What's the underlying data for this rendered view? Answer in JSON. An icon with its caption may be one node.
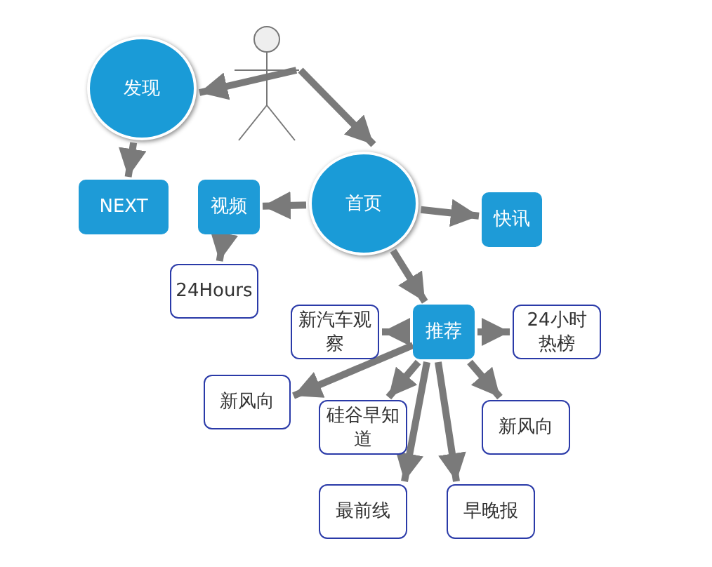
{
  "diagram": {
    "nodes": [
      {
        "text": [],
        "shape": "person"
      },
      {
        "text": [
          "发现"
        ]
      },
      {
        "text": [
          "首页"
        ]
      },
      {
        "text": [
          "NEXT"
        ]
      },
      {
        "text": [
          "视频"
        ]
      },
      {
        "text": [
          "快讯"
        ]
      },
      {
        "text": [
          "24Hours"
        ]
      },
      {
        "text": [
          "推荐"
        ]
      },
      {
        "text": [
          "新汽车观察"
        ]
      },
      {
        "text": [
          "24小时热榜"
        ]
      },
      {
        "text": [
          "新风向"
        ]
      },
      {
        "text": [
          "硅谷早知道"
        ]
      },
      {
        "text": [
          "新风向"
        ]
      },
      {
        "text": [
          "最前线"
        ]
      },
      {
        "text": [
          "早晚报"
        ]
      }
    ],
    "edges": [
      {
        "from": 0,
        "to": 1,
        "arrow": "to"
      },
      {
        "from": 0,
        "to": 2,
        "arrow": "to"
      },
      {
        "from": 1,
        "to": 3,
        "arrow": "to"
      },
      {
        "from": 2,
        "to": 4,
        "arrow": "to"
      },
      {
        "from": 2,
        "to": 5,
        "arrow": "to"
      },
      {
        "from": 2,
        "to": 7,
        "arrow": "to"
      },
      {
        "from": 4,
        "to": 6,
        "arrow": "to"
      },
      {
        "from": 7,
        "to": 8,
        "arrow": "to"
      },
      {
        "from": 7,
        "to": 9,
        "arrow": "to"
      },
      {
        "from": 7,
        "to": 10,
        "arrow": "to"
      },
      {
        "from": 7,
        "to": 11,
        "arrow": "to"
      },
      {
        "from": 7,
        "to": 12,
        "arrow": "to"
      },
      {
        "from": 7,
        "to": 13,
        "arrow": "to"
      },
      {
        "from": 7,
        "to": 14,
        "arrow": "to"
      }
    ]
  }
}
